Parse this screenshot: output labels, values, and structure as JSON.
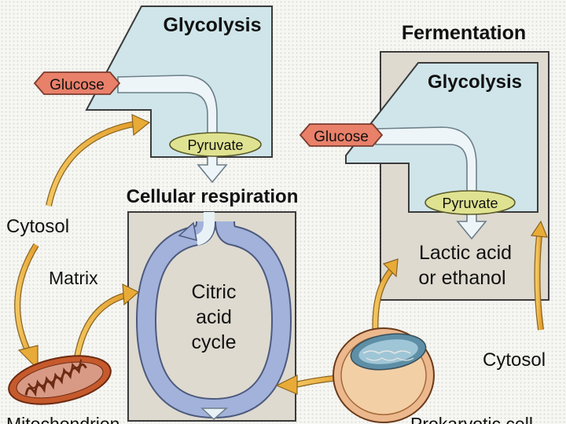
{
  "left": {
    "glycolysis_title": "Glycolysis",
    "glucose": "Glucose",
    "pyruvate": "Pyruvate",
    "respiration_title": "Cellular respiration",
    "cycle_line1": "Citric",
    "cycle_line2": "acid",
    "cycle_line3": "cycle",
    "cytosol": "Cytosol",
    "matrix": "Matrix",
    "mitochondrion": "Mitochondrion"
  },
  "right": {
    "fermentation_title": "Fermentation",
    "glycolysis_title": "Glycolysis",
    "glucose": "Glucose",
    "pyruvate": "Pyruvate",
    "product_line1": "Lactic acid",
    "product_line2": "or ethanol",
    "cytosol": "Cytosol",
    "cell_label": "Prokaryotic cell"
  },
  "colors": {
    "box_fill": "#dedad0",
    "box_stroke": "#3b3b3b",
    "glycolysis_fill": "#cfe5ea",
    "arrow_fill": "#e8f2f6",
    "cycle_fill": "#9fb0d8",
    "glucose_fill": "#e9806a",
    "pyruvate_fill": "#dfe391",
    "connector": "#eab446"
  }
}
